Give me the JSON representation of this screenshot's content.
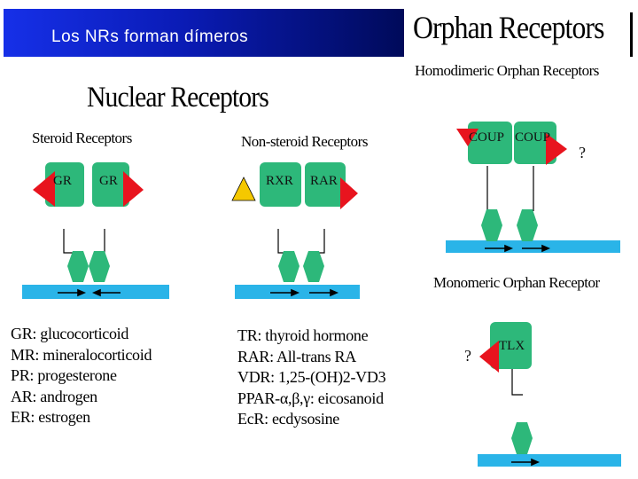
{
  "header": {
    "title": "Los NRs forman dímeros"
  },
  "orphan": {
    "title": "Orphan Receptors",
    "homodimeric_label": "Homodimeric Orphan Receptors",
    "monomeric_label": "Monomeric Orphan Receptor",
    "coup_left": "COUP",
    "coup_right": "COUP",
    "question_top": "?",
    "tlx": "TLX",
    "question_bottom": "?"
  },
  "nuclear": {
    "title": "Nuclear Receptors",
    "steroid_label": "Steroid Receptors",
    "nonsteroid_label": "Non-steroid Receptors",
    "gr_left": "GR",
    "gr_right": "GR",
    "rxr": "RXR",
    "rar": "RAR"
  },
  "legend_steroid": [
    "GR: glucocorticoid",
    "MR: mineralocorticoid",
    "PR: progesterone",
    "AR: androgen",
    "ER: estrogen"
  ],
  "legend_nonsteroid": [
    "TR: thyroid hormone",
    "RAR: All-trans RA",
    "VDR: 1,25-(OH)2-VD3",
    "PPAR-α,β,γ: eicosanoid",
    "EcR: ecdysosine"
  ],
  "colors": {
    "receptor": "#2db87a",
    "ligand_red": "#e8141e",
    "ligand_yellow": "#f5c800",
    "dna": "#2ab4e8",
    "header_from": "#1630e8",
    "header_to": "#000a5a"
  }
}
